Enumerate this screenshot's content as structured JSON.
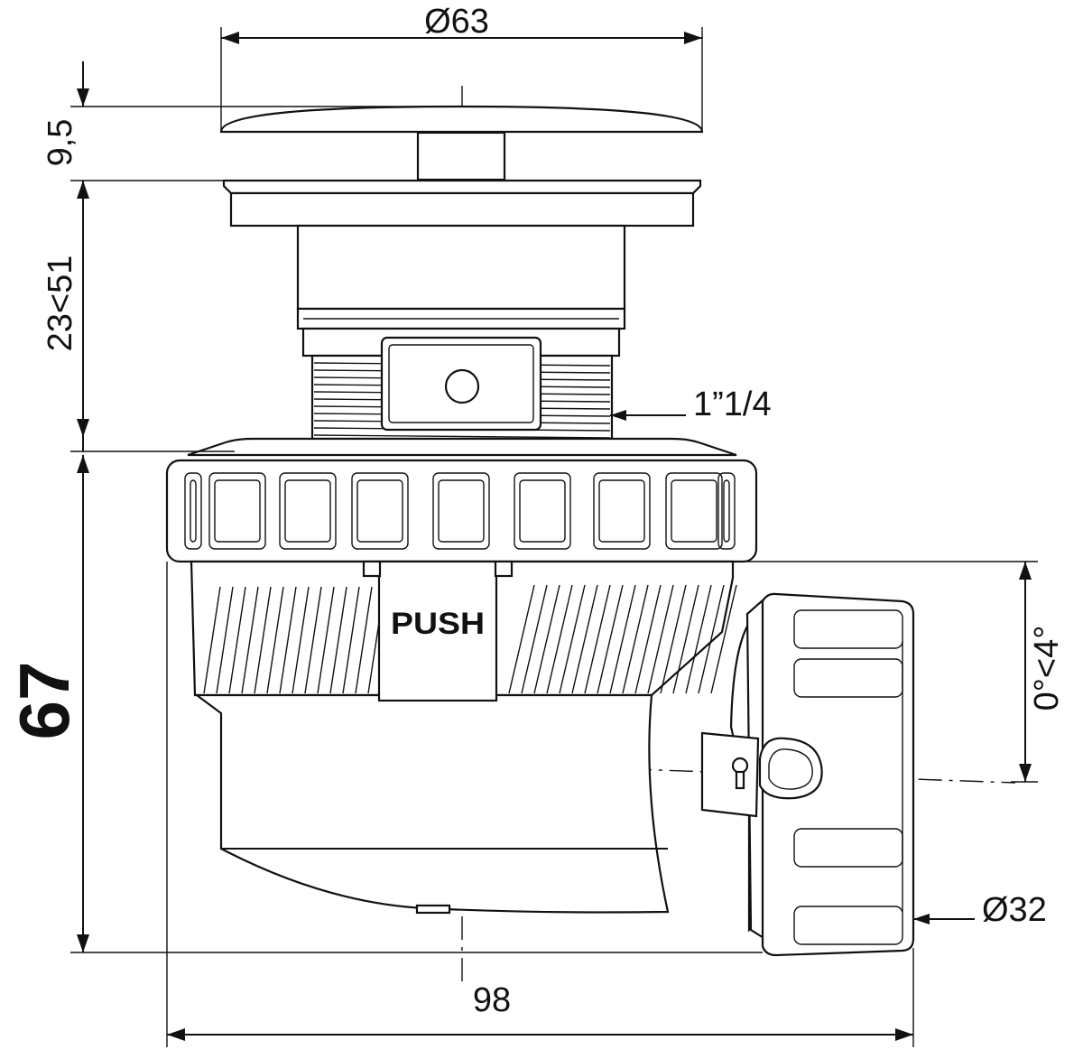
{
  "drawing": {
    "dimensions": {
      "cap_diameter": "Ø63",
      "cap_height": "9,5",
      "adjust_range": "23<51",
      "thread": "1”1/4",
      "body_height": "67",
      "outlet_angle": "0°<4°",
      "outlet_diameter": "Ø32",
      "overall_width": "98"
    },
    "labels": {
      "push": "PUSH"
    }
  }
}
